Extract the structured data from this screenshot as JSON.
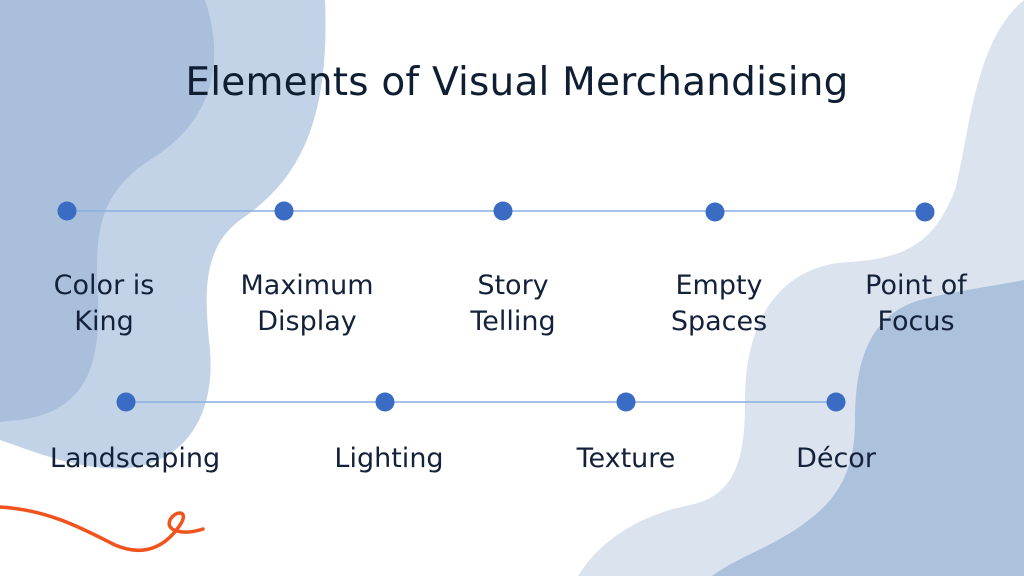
{
  "title": "Elements of Visual Merchandising",
  "colors": {
    "dot": "#3a6cc4",
    "line": "#8aaee0",
    "blob_dark": "#a9bfdb",
    "blob_light": "#c3d3e7",
    "blob_pale": "#dae3ee",
    "accent_squiggle": "#f0531c",
    "text": "#0f1e33"
  },
  "row1": [
    {
      "line1": "Color is",
      "line2": "King"
    },
    {
      "line1": "Maximum",
      "line2": "Display"
    },
    {
      "line1": "Story",
      "line2": "Telling"
    },
    {
      "line1": "Empty",
      "line2": "Spaces"
    },
    {
      "line1": "Point of",
      "line2": "Focus"
    }
  ],
  "row2": [
    {
      "label": "Landscaping"
    },
    {
      "label": "Lighting"
    },
    {
      "label": "Texture"
    },
    {
      "label": "Décor"
    }
  ]
}
